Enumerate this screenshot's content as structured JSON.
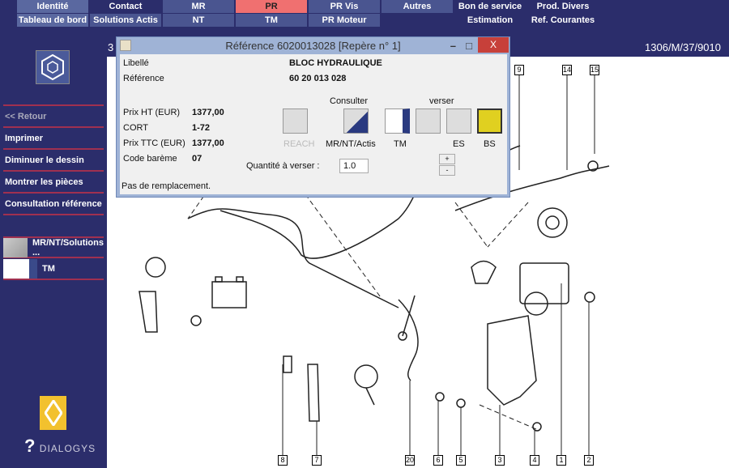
{
  "nav": {
    "row1": [
      "Identité",
      "Contact",
      "MR",
      "PR",
      "PR Vis",
      "Autres",
      "Bon de service",
      "Prod. Divers"
    ],
    "row2": [
      "Tableau de bord",
      "Solutions Actis",
      "NT",
      "TM",
      "PR Moteur",
      "",
      "Estimation",
      "Ref. Courantes"
    ],
    "active": "PR"
  },
  "strip": {
    "left": "3",
    "code": "1306/M/37/9010"
  },
  "sidebar": {
    "menu": [
      "<< Retour",
      "Imprimer",
      "Diminuer le dessin",
      "Montrer les pièces",
      "Consultation référence"
    ],
    "tools": [
      "MR/NT/Solutions ...",
      "TM"
    ],
    "brand": "DIALOGYS"
  },
  "diagram": {
    "callouts_top": [
      "9",
      "14",
      "15"
    ],
    "callouts_bottom": [
      "8",
      "7",
      "20",
      "6",
      "5",
      "3",
      "4",
      "1",
      "2"
    ]
  },
  "dialog": {
    "title": "Référence 6020013028 [Repère n° 1]",
    "close": "X",
    "libelle_label": "Libellé",
    "libelle": "BLOC HYDRAULIQUE",
    "reference_label": "Référence",
    "reference": "60 20 013 028",
    "prix_ht_label": "Prix HT (EUR)",
    "prix_ht": "1377,00",
    "cort_label": "CORT",
    "cort": "1-72",
    "prix_ttc_label": "Prix TTC (EUR)",
    "prix_ttc": "1377,00",
    "bareme_label": "Code barème",
    "bareme": "07",
    "consulter": "Consulter",
    "verser": "verser",
    "buttons": [
      "REACH",
      "MR/NT/Actis",
      "TM",
      "",
      "ES",
      "BS"
    ],
    "qty_label": "Quantité à verser :",
    "qty": "1.0",
    "plus": "+",
    "minus": "-",
    "status": "Pas de remplacement."
  }
}
